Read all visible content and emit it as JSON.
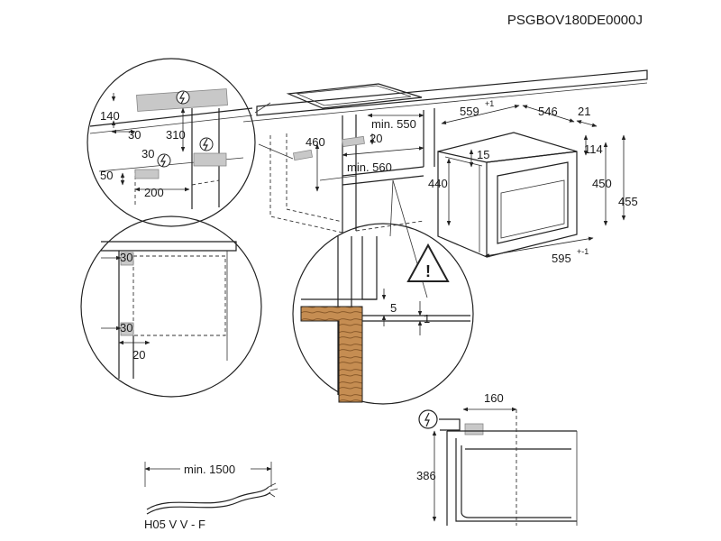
{
  "title": "PSGBOV180DE0000J",
  "colors": {
    "line": "#222222",
    "shade": "#c8c8c8",
    "wood": "#b07a40",
    "background": "#ffffff"
  },
  "icons": [
    "electric-warning-icon",
    "caution-triangle-icon"
  ],
  "detail_topleft": {
    "d140": "140",
    "d30a": "30",
    "d310": "310",
    "d30b": "30",
    "d50": "50",
    "d200": "200"
  },
  "cabinet": {
    "d460": "460",
    "min550": "min. 550",
    "d20": "20",
    "min560": "min. 560"
  },
  "appliance": {
    "d559": "559",
    "d559_tol": "+1",
    "d546": "546",
    "d21": "21",
    "d15": "15",
    "d114": "114",
    "d440": "440",
    "d450": "450",
    "d455": "455",
    "d595": "595",
    "d595_tol": "+-1"
  },
  "detail_left": {
    "d30a": "30",
    "d30b": "30",
    "d20": "20"
  },
  "detail_caution": {
    "d5": "5",
    "d1": "1"
  },
  "cable": {
    "min_length": "min. 1500",
    "type": "H05 V V - F"
  },
  "side_view": {
    "d160": "160",
    "d386": "386"
  }
}
